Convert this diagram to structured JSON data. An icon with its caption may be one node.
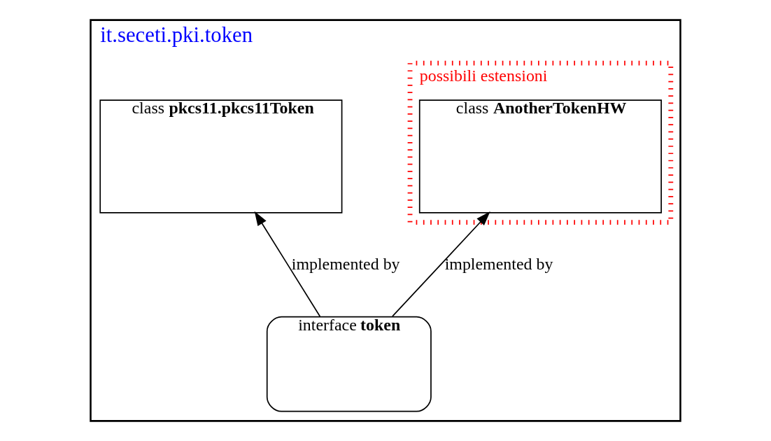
{
  "diagram": {
    "nodes": [
      {
        "text": [
          "it.seceti.pki.token"
        ]
      },
      {
        "text": [
          "class **pkcs11.pkcs11Token**"
        ],
        "in": 0
      },
      {
        "text": [
          "possibili estensioni"
        ],
        "in": 0
      },
      {
        "text": [
          "class **AnotherTokenHW**"
        ],
        "in": 2
      },
      {
        "text": [
          "interface **token**"
        ],
        "in": 0
      }
    ],
    "edges": [
      {
        "from": 4,
        "to": 1,
        "arrow": "to",
        "label": "implemented by"
      },
      {
        "from": 4,
        "to": 3,
        "arrow": "to",
        "label": "implemented by"
      }
    ]
  }
}
